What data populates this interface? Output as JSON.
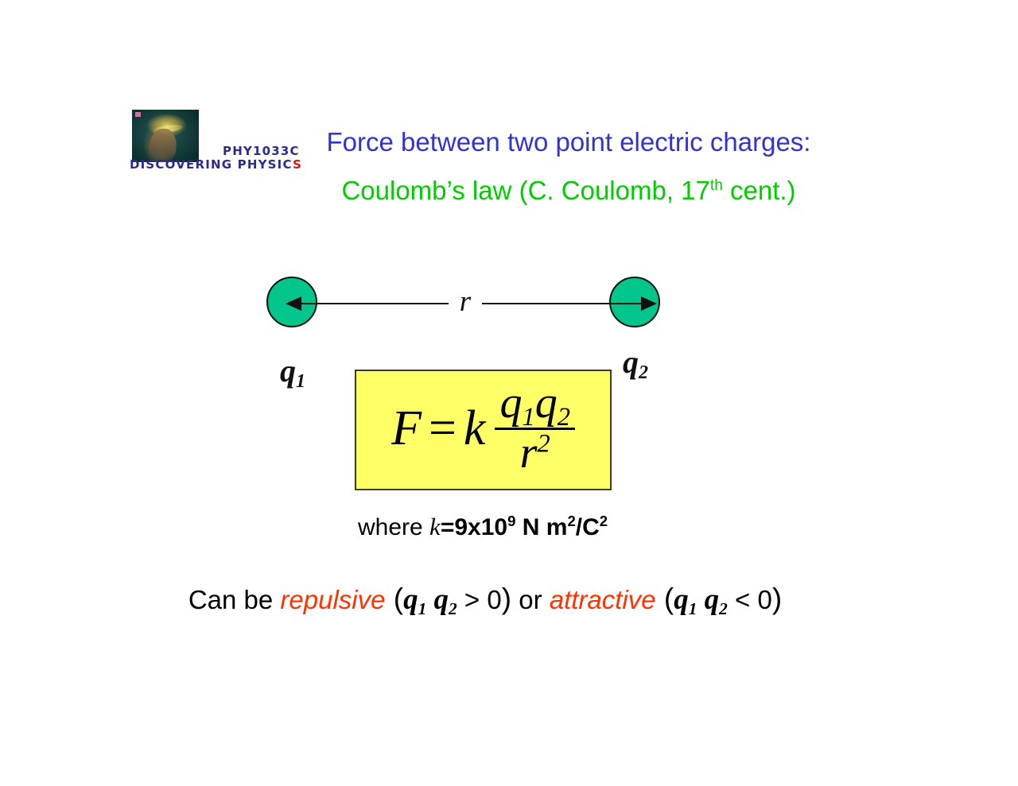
{
  "slide": {
    "background_color": "#ffffff"
  },
  "logo": {
    "image_alt": "nebula-thumbnail",
    "course_code": "PHY1033C",
    "series_main": "DISCOVERING PHYSIC",
    "series_accent": "S",
    "navy_color": "#2b2b8c",
    "accent_color": "#d81616"
  },
  "titles": {
    "main": "Force between two point electric charges:",
    "main_color": "#3333cc",
    "sub_before": "Coulomb’s law (C. Coulomb, 17",
    "sub_sup": "th",
    "sub_after": " cent.)",
    "sub_color": "#00cc00"
  },
  "diagram": {
    "charge_fill": "#00c68c",
    "charge_stroke": "#111111",
    "distance_label": "r",
    "left_charge_label_base": "q",
    "left_charge_label_sub": "1",
    "right_charge_label_base": "q",
    "right_charge_label_sub": "2",
    "arrow_style": "double-headed"
  },
  "formula": {
    "box_fill": "#ffff66",
    "box_border": "#3b3b20",
    "lhs": "F",
    "equals": "=",
    "constant": "k",
    "numerator_q1_base": "q",
    "numerator_q1_sub": "1",
    "numerator_q2_base": "q",
    "numerator_q2_sub": "2",
    "denominator_base": "r",
    "denominator_sup": "2",
    "plain_text": "F = k q1 q2 / r^2"
  },
  "constant_line": {
    "where": "where ",
    "symbol": "k",
    "equals": "=",
    "value_mantissa": "9x10",
    "value_exponent": "9",
    "unit_prefix": " N m",
    "unit_sup1": "2",
    "unit_mid": "/C",
    "unit_sup2": "2",
    "plain_text": "where k=9x10^9 N m^2/C^2"
  },
  "conclusion": {
    "lead": "Can be ",
    "repulsive": "repulsive",
    "repulsive_cond_open": " (",
    "repulsive_q1_base": "q",
    "repulsive_q1_sub": "1",
    "repulsive_q2_base": "q",
    "repulsive_q2_sub": "2",
    "repulsive_cmp": " > 0",
    "repulsive_cond_close": ")",
    "conjunction": " or ",
    "attractive": "attractive",
    "attractive_cond_open": " (",
    "attractive_q1_base": "q",
    "attractive_q1_sub": "1",
    "attractive_q2_base": "q",
    "attractive_q2_sub": "2",
    "attractive_cmp": " < 0",
    "attractive_cond_close": ")",
    "emphasis_color": "#ff3300",
    "plain_text": "Can be repulsive (q1 q2 > 0) or attractive (q1 q2 < 0)"
  }
}
